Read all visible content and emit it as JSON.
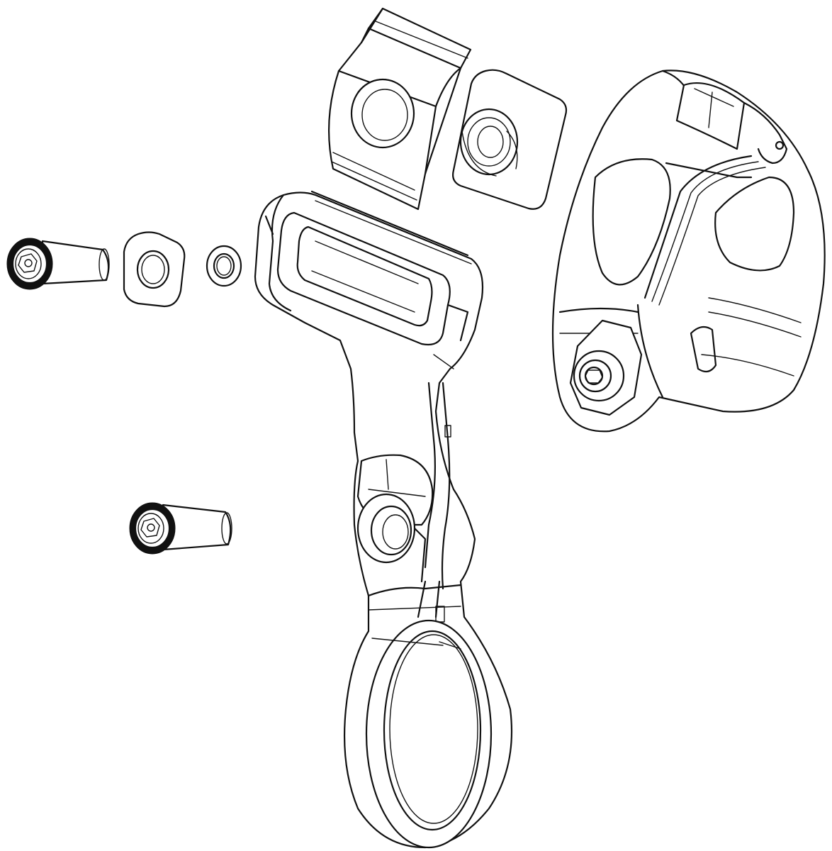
{
  "diagram": {
    "parts": [
      {
        "id": "clamp-pad-top",
        "label": ""
      },
      {
        "id": "clamp-shim",
        "label": ""
      },
      {
        "id": "handlebar-clamp",
        "label": ""
      },
      {
        "id": "mount-bolt-upper",
        "label": ""
      },
      {
        "id": "square-washer",
        "label": ""
      },
      {
        "id": "round-washer",
        "label": ""
      },
      {
        "id": "mount-bracket",
        "label": ""
      },
      {
        "id": "mount-bolt-lower",
        "label": ""
      }
    ],
    "colors": {
      "line": "#111111",
      "background": "#ffffff"
    }
  }
}
